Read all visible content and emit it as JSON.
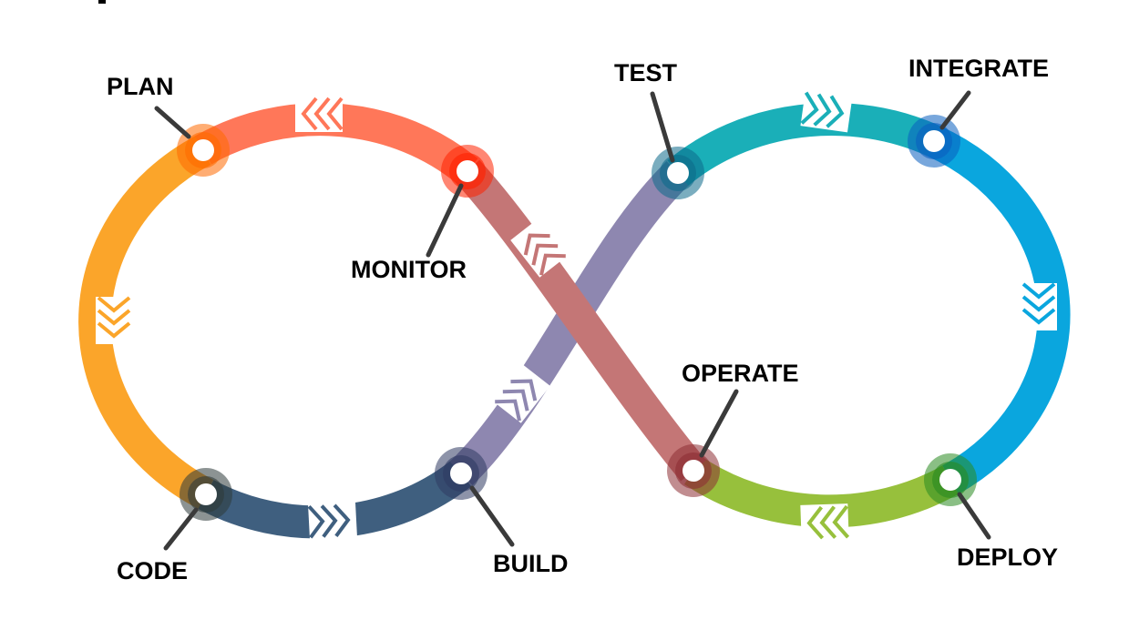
{
  "colors": {
    "plan_code": "#FBA52A",
    "plan_monitor": "#FF7759",
    "code_build": "#3F5F7F",
    "build_test": "#8E87B0",
    "monitor_operate": "#C47676",
    "test_integrate": "#1AAFB8",
    "integrate_deploy": "#0AA6DE",
    "deploy_operate": "#97C03C"
  },
  "stages": [
    {
      "id": "plan",
      "label": "PLAN",
      "color": "#FF6A00"
    },
    {
      "id": "monitor",
      "label": "MONITOR",
      "color": "#FF2200"
    },
    {
      "id": "code",
      "label": "CODE",
      "color": "#2E3B3A"
    },
    {
      "id": "build",
      "label": "BUILD",
      "color": "#2F3A63"
    },
    {
      "id": "test",
      "label": "TEST",
      "color": "#0D6A8A"
    },
    {
      "id": "integrate",
      "label": "INTEGRATE",
      "color": "#0A5FC0"
    },
    {
      "id": "operate",
      "label": "OPERATE",
      "color": "#8E2F35"
    },
    {
      "id": "deploy",
      "label": "DEPLOY",
      "color": "#2A8A20"
    }
  ]
}
